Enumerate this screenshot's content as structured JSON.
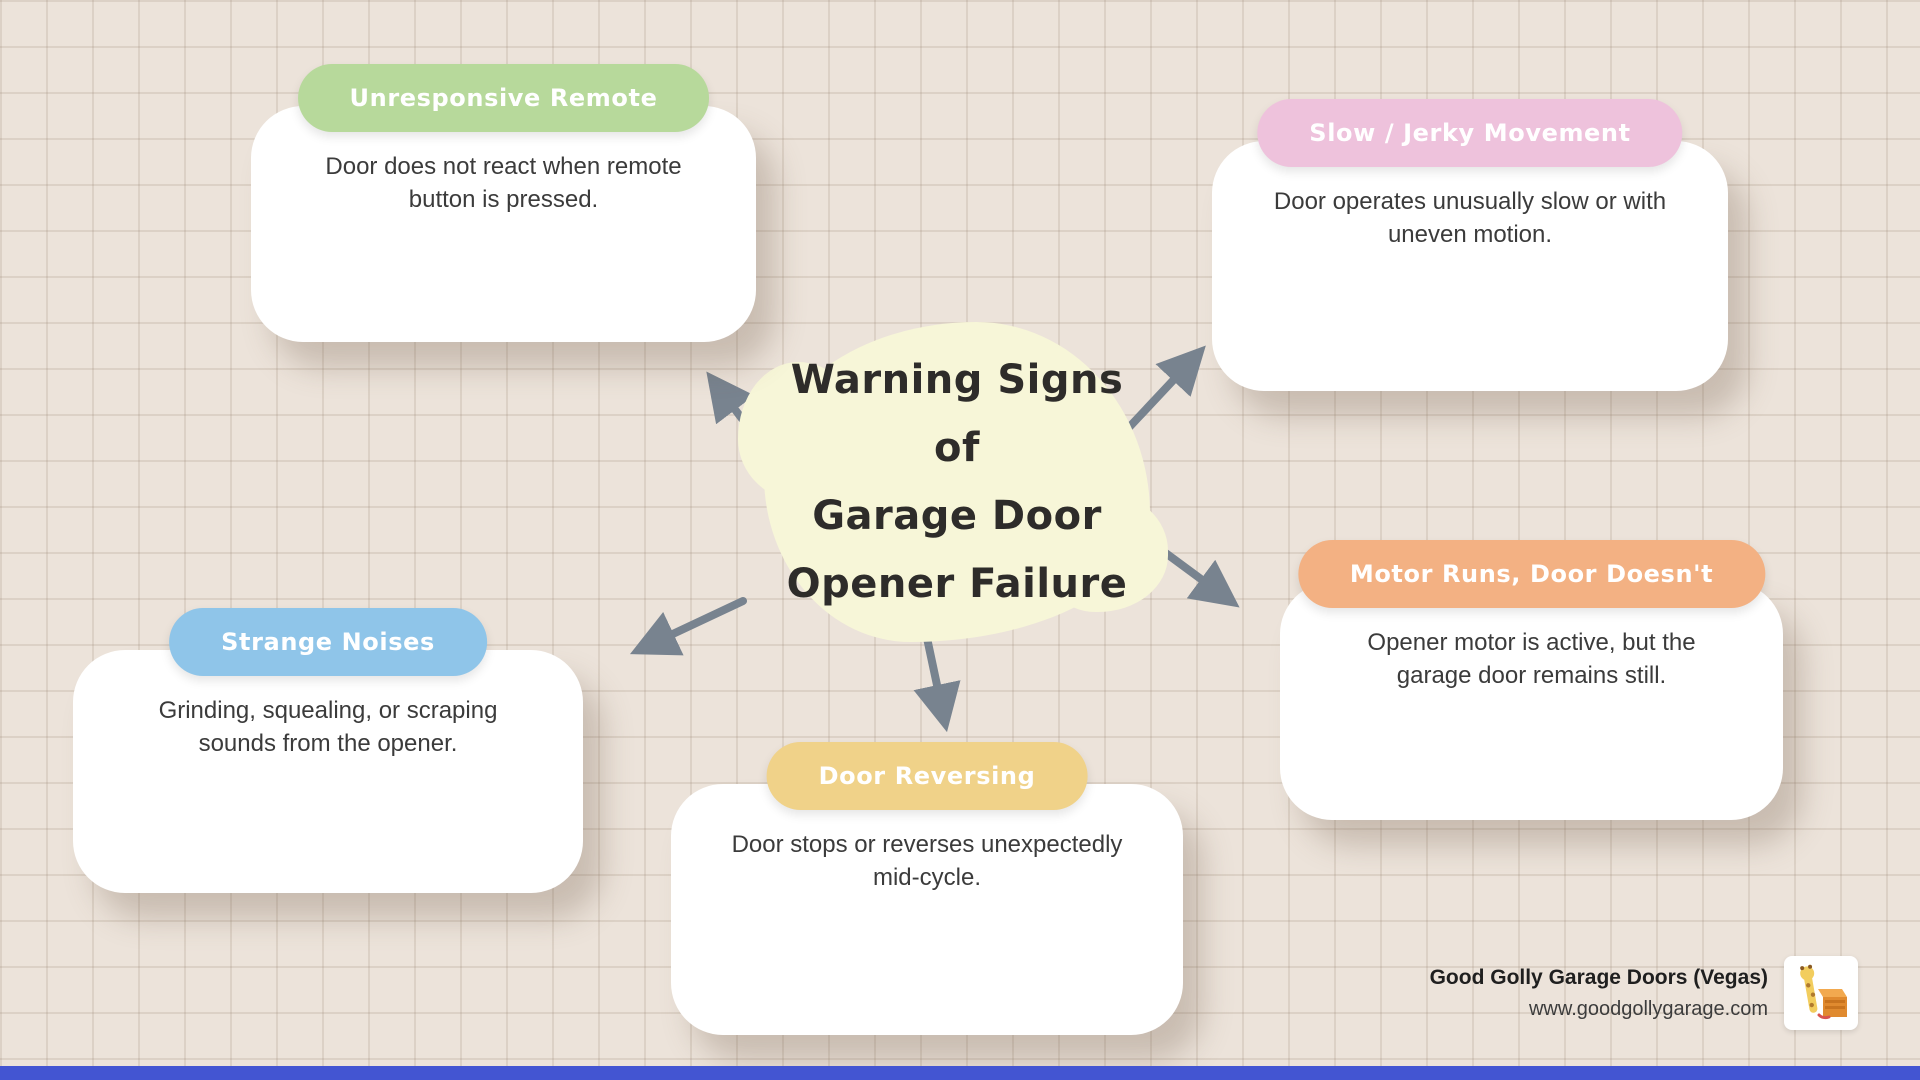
{
  "title": {
    "lines": [
      "Warning Signs of",
      "Garage Door",
      "Opener Failure"
    ]
  },
  "cards": [
    {
      "label": "Unresponsive Remote",
      "body": "Door does not react when remote button is pressed.",
      "color": "#b7d99b"
    },
    {
      "label": "Slow / Jerky Movement",
      "body": "Door operates unusually slow or with uneven motion.",
      "color": "#eec2dc"
    },
    {
      "label": "Strange Noises",
      "body": "Grinding, squealing, or scraping sounds from the opener.",
      "color": "#8fc5e9"
    },
    {
      "label": "Door Reversing",
      "body": "Door stops or reverses unexpectedly mid-cycle.",
      "color": "#f0d289"
    },
    {
      "label": "Motor Runs, Door Doesn't",
      "body": "Opener motor is active, but the garage door remains still.",
      "color": "#f3b183"
    }
  ],
  "footer": {
    "company": "Good Golly Garage Doors (Vegas)",
    "website": "www.goodgollygarage.com",
    "logo_icon": "giraffe-garage-logo"
  },
  "colors": {
    "background": "#ece3da",
    "grid_line": "#d8ccc1",
    "blob": "#f7f6d8",
    "arrow": "#78838f",
    "card_background": "#ffffff",
    "body_text": "#3b3b3b",
    "title_text": "#2e2c2a",
    "bottom_bar": "#4355d2"
  }
}
